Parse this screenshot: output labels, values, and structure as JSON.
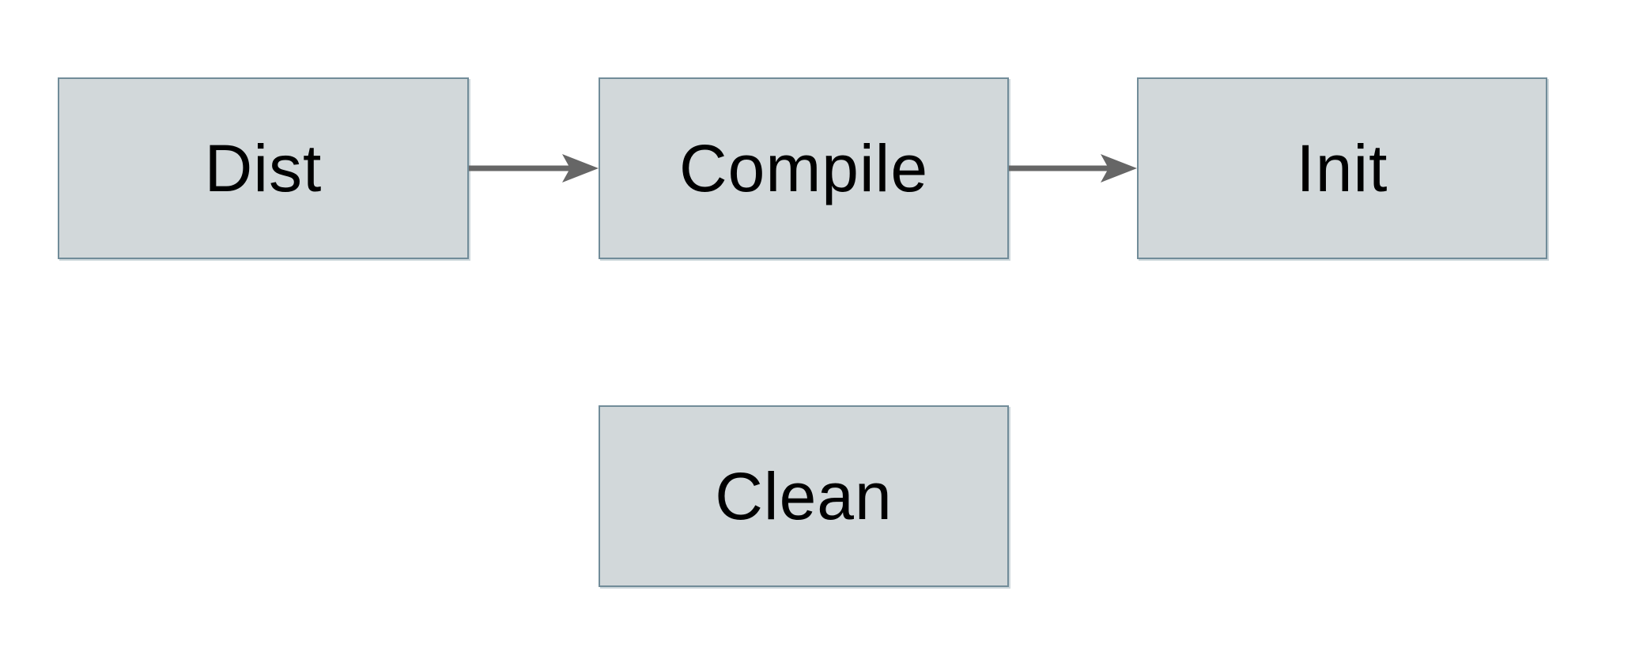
{
  "diagram": {
    "title": "",
    "nodes": [
      {
        "id": "dist",
        "label": "Dist"
      },
      {
        "id": "compile",
        "label": "Compile"
      },
      {
        "id": "init",
        "label": "Init"
      },
      {
        "id": "clean",
        "label": "Clean"
      }
    ],
    "edges": [
      {
        "from": "dist",
        "to": "compile",
        "style": "solid-arrow"
      },
      {
        "from": "compile",
        "to": "init",
        "style": "solid-arrow"
      }
    ]
  },
  "colors": {
    "background": "#ffffff",
    "node_fill": "#d2d8da",
    "node_border": "#718c99",
    "arrow": "#666666",
    "text": "#000000"
  }
}
